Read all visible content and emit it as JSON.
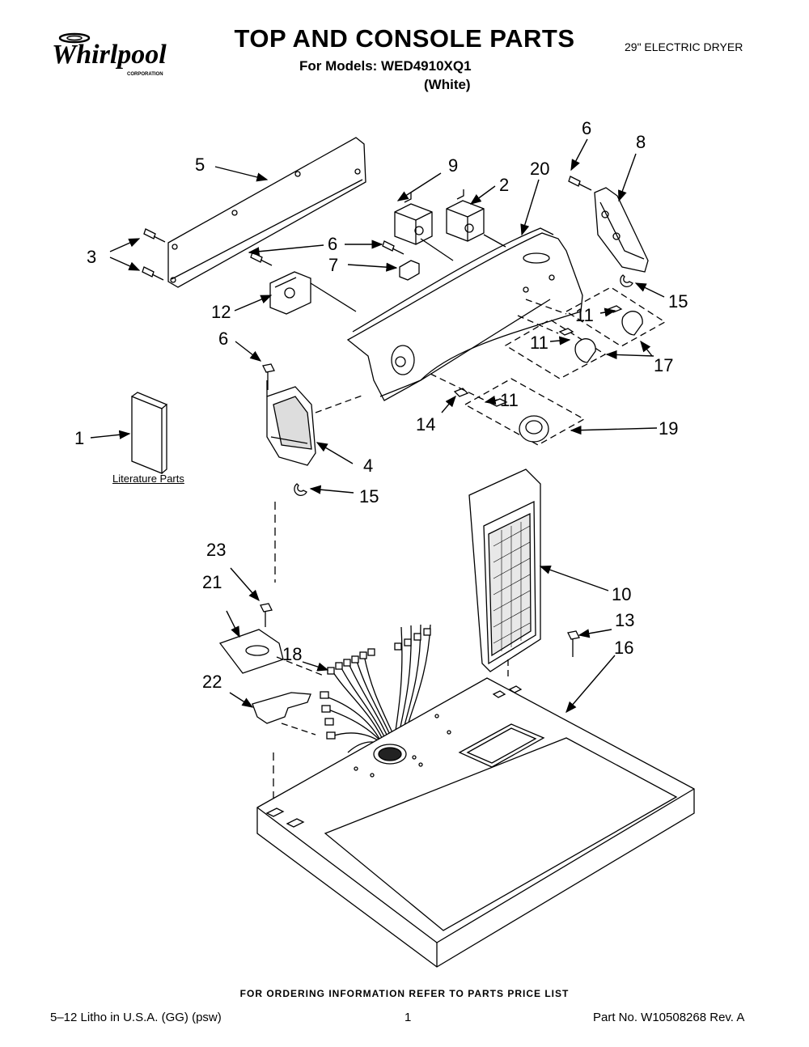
{
  "brand": {
    "name": "Whirlpool",
    "sub": "CORPORATION"
  },
  "header": {
    "title": "TOP AND CONSOLE PARTS",
    "models": "For Models: WED4910XQ1",
    "color": "(White)",
    "product": "29\" ELECTRIC DRYER"
  },
  "labels": {
    "l1": "1",
    "l2": "2",
    "l3": "3",
    "l4": "4",
    "l5": "5",
    "l6a": "6",
    "l6b": "6",
    "l6c": "6",
    "l7": "7",
    "l8": "8",
    "l9": "9",
    "l10": "10",
    "l11a": "11",
    "l11b": "11",
    "l11c": "11",
    "l12": "12",
    "l13": "13",
    "l14": "14",
    "l15a": "15",
    "l15b": "15",
    "l16": "16",
    "l17": "17",
    "l18": "18",
    "l19": "19",
    "l20": "20",
    "l21": "21",
    "l22": "22",
    "l23": "23"
  },
  "literature": "Literature Parts",
  "footer": {
    "ordering": "FOR ORDERING INFORMATION REFER TO PARTS PRICE LIST",
    "litho": "5–12 Litho in U.S.A. (GG) (psw)",
    "page": "1",
    "part_no": "Part No. W10508268 Rev. A"
  }
}
